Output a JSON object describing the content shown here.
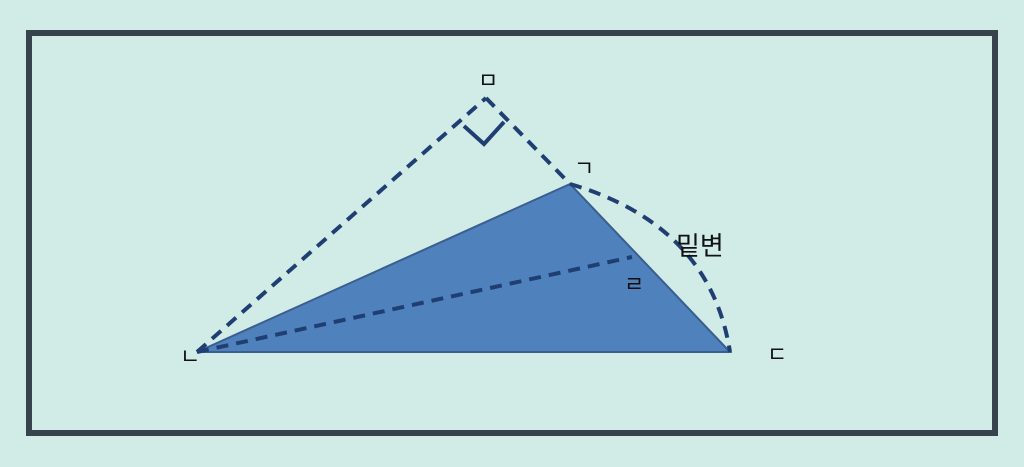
{
  "colors": {
    "background": "#d1ebe6",
    "frame": "#36434d",
    "triangle_fill": "#4f81bd",
    "triangle_stroke": "#3a5f8f",
    "dashed": "#1f3f73"
  },
  "labels": {
    "vertex_top": "ㅁ",
    "vertex_upper": "ㄱ",
    "vertex_left": "ㄴ",
    "vertex_right": "ㄷ",
    "point_inner": "ㄹ",
    "base_label": "밑변"
  }
}
